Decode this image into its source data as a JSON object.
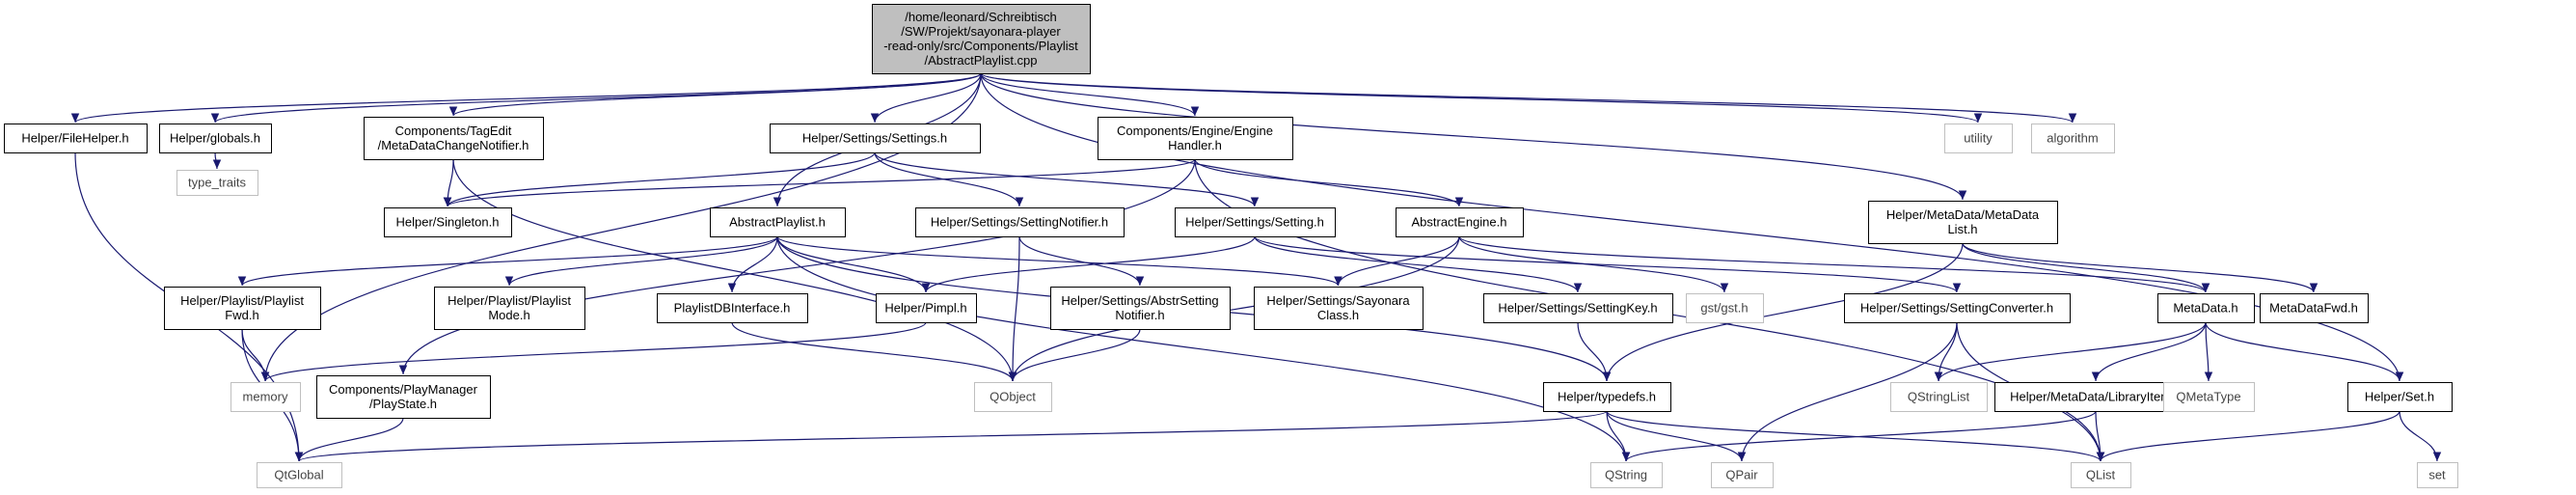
{
  "colors": {
    "edge": "#191970",
    "internal_border": "#000000",
    "external_border": "#bfbfbf",
    "root_fill": "#bfbfbf",
    "node_fill": "#ffffff"
  },
  "root": {
    "id": "root",
    "lines": [
      "/home/leonard/Schreibtisch",
      "/SW/Projekt/sayonara-player",
      "-read-only/src/Components/Playlist",
      "/AbstractPlaylist.cpp"
    ]
  },
  "nodes": [
    {
      "id": "filehelper",
      "kind": "internal",
      "lines": [
        "Helper/FileHelper.h"
      ]
    },
    {
      "id": "globals",
      "kind": "internal",
      "lines": [
        "Helper/globals.h"
      ]
    },
    {
      "id": "type_traits",
      "kind": "external",
      "lines": [
        "type_traits"
      ]
    },
    {
      "id": "tagedit",
      "kind": "internal",
      "lines": [
        "Components/TagEdit",
        "/MetaDataChangeNotifier.h"
      ]
    },
    {
      "id": "settings",
      "kind": "internal",
      "lines": [
        "Helper/Settings/Settings.h"
      ]
    },
    {
      "id": "enginehandler",
      "kind": "internal",
      "lines": [
        "Components/Engine/Engine",
        "Handler.h"
      ]
    },
    {
      "id": "singleton",
      "kind": "internal",
      "lines": [
        "Helper/Singleton.h"
      ]
    },
    {
      "id": "abstractplaylist",
      "kind": "internal",
      "lines": [
        "AbstractPlaylist.h"
      ]
    },
    {
      "id": "settingnotifier",
      "kind": "internal",
      "lines": [
        "Helper/Settings/SettingNotifier.h"
      ]
    },
    {
      "id": "setting",
      "kind": "internal",
      "lines": [
        "Helper/Settings/Setting.h"
      ]
    },
    {
      "id": "abstractengine",
      "kind": "internal",
      "lines": [
        "AbstractEngine.h"
      ]
    },
    {
      "id": "metadatalist",
      "kind": "internal",
      "lines": [
        "Helper/MetaData/MetaData",
        "List.h"
      ]
    },
    {
      "id": "utility",
      "kind": "external",
      "lines": [
        "utility"
      ]
    },
    {
      "id": "algorithm",
      "kind": "external",
      "lines": [
        "algorithm"
      ]
    },
    {
      "id": "playlistfwd",
      "kind": "internal",
      "lines": [
        "Helper/Playlist/Playlist",
        "Fwd.h"
      ]
    },
    {
      "id": "playlistmode",
      "kind": "internal",
      "lines": [
        "Helper/Playlist/Playlist",
        "Mode.h"
      ]
    },
    {
      "id": "playlistdb",
      "kind": "internal",
      "lines": [
        "PlaylistDBInterface.h"
      ]
    },
    {
      "id": "pimpl",
      "kind": "internal",
      "lines": [
        "Helper/Pimpl.h"
      ]
    },
    {
      "id": "abstrsettingnotifier",
      "kind": "internal",
      "lines": [
        "Helper/Settings/AbstrSetting",
        "Notifier.h"
      ]
    },
    {
      "id": "sayonaraclass",
      "kind": "internal",
      "lines": [
        "Helper/Settings/Sayonara",
        "Class.h"
      ]
    },
    {
      "id": "settingkey",
      "kind": "internal",
      "lines": [
        "Helper/Settings/SettingKey.h"
      ]
    },
    {
      "id": "gst",
      "kind": "external",
      "lines": [
        "gst/gst.h"
      ]
    },
    {
      "id": "settingconverter",
      "kind": "internal",
      "lines": [
        "Helper/Settings/SettingConverter.h"
      ]
    },
    {
      "id": "metadata",
      "kind": "internal",
      "lines": [
        "MetaData.h"
      ]
    },
    {
      "id": "metadatafwd",
      "kind": "internal",
      "lines": [
        "MetaDataFwd.h"
      ]
    },
    {
      "id": "memory",
      "kind": "external",
      "lines": [
        "memory"
      ]
    },
    {
      "id": "playstate",
      "kind": "internal",
      "lines": [
        "Components/PlayManager",
        "/PlayState.h"
      ]
    },
    {
      "id": "qobject",
      "kind": "external",
      "lines": [
        "QObject"
      ]
    },
    {
      "id": "typedefs",
      "kind": "internal",
      "lines": [
        "Helper/typedefs.h"
      ]
    },
    {
      "id": "qstringlist",
      "kind": "external",
      "lines": [
        "QStringList"
      ]
    },
    {
      "id": "libraryitem",
      "kind": "internal",
      "lines": [
        "Helper/MetaData/LibraryItem.h"
      ]
    },
    {
      "id": "qmetatype",
      "kind": "external",
      "lines": [
        "QMetaType"
      ]
    },
    {
      "id": "set_h",
      "kind": "internal",
      "lines": [
        "Helper/Set.h"
      ]
    },
    {
      "id": "qtglobal",
      "kind": "external",
      "lines": [
        "QtGlobal"
      ]
    },
    {
      "id": "qstring",
      "kind": "external",
      "lines": [
        "QString"
      ]
    },
    {
      "id": "qpair",
      "kind": "external",
      "lines": [
        "QPair"
      ]
    },
    {
      "id": "qlist",
      "kind": "external",
      "lines": [
        "QList"
      ]
    },
    {
      "id": "set",
      "kind": "external",
      "lines": [
        "set"
      ]
    }
  ],
  "edges": [
    [
      "root",
      "filehelper"
    ],
    [
      "root",
      "globals"
    ],
    [
      "root",
      "tagedit"
    ],
    [
      "root",
      "settings"
    ],
    [
      "root",
      "enginehandler"
    ],
    [
      "root",
      "abstractplaylist"
    ],
    [
      "root",
      "metadatalist"
    ],
    [
      "root",
      "utility"
    ],
    [
      "root",
      "algorithm"
    ],
    [
      "root",
      "set_h"
    ],
    [
      "root",
      "memory"
    ],
    [
      "filehelper",
      "qtglobal"
    ],
    [
      "globals",
      "type_traits"
    ],
    [
      "tagedit",
      "singleton"
    ],
    [
      "tagedit",
      "qobject"
    ],
    [
      "settings",
      "singleton"
    ],
    [
      "settings",
      "settingnotifier"
    ],
    [
      "settings",
      "setting"
    ],
    [
      "enginehandler",
      "singleton"
    ],
    [
      "enginehandler",
      "abstractengine"
    ],
    [
      "enginehandler",
      "playstate"
    ],
    [
      "enginehandler",
      "qlist"
    ],
    [
      "abstractplaylist",
      "playlistfwd"
    ],
    [
      "abstractplaylist",
      "playlistmode"
    ],
    [
      "abstractplaylist",
      "playlistdb"
    ],
    [
      "abstractplaylist",
      "pimpl"
    ],
    [
      "abstractplaylist",
      "sayonaraclass"
    ],
    [
      "abstractplaylist",
      "typedefs"
    ],
    [
      "abstractplaylist",
      "qstring"
    ],
    [
      "settingnotifier",
      "abstrsettingnotifier"
    ],
    [
      "settingnotifier",
      "qobject"
    ],
    [
      "setting",
      "pimpl"
    ],
    [
      "setting",
      "settingkey"
    ],
    [
      "setting",
      "settingconverter"
    ],
    [
      "abstractengine",
      "sayonaraclass"
    ],
    [
      "abstractengine",
      "gst"
    ],
    [
      "abstractengine",
      "metadata"
    ],
    [
      "abstractengine",
      "qobject"
    ],
    [
      "metadatalist",
      "metadata"
    ],
    [
      "metadatalist",
      "metadatafwd"
    ],
    [
      "metadatalist",
      "typedefs"
    ],
    [
      "playlistfwd",
      "memory"
    ],
    [
      "playlistfwd",
      "qtglobal"
    ],
    [
      "playlistdb",
      "qobject"
    ],
    [
      "pimpl",
      "memory"
    ],
    [
      "abstrsettingnotifier",
      "qobject"
    ],
    [
      "settingkey",
      "typedefs"
    ],
    [
      "settingconverter",
      "qstringlist"
    ],
    [
      "settingconverter",
      "qpair"
    ],
    [
      "settingconverter",
      "qlist"
    ],
    [
      "metadata",
      "qstringlist"
    ],
    [
      "metadata",
      "libraryitem"
    ],
    [
      "metadata",
      "qmetatype"
    ],
    [
      "metadata",
      "set_h"
    ],
    [
      "playstate",
      "qtglobal"
    ],
    [
      "typedefs",
      "qtglobal"
    ],
    [
      "typedefs",
      "qstring"
    ],
    [
      "typedefs",
      "qpair"
    ],
    [
      "typedefs",
      "qlist"
    ],
    [
      "libraryitem",
      "qlist"
    ],
    [
      "libraryitem",
      "qstring"
    ],
    [
      "set_h",
      "qlist"
    ],
    [
      "set_h",
      "set"
    ]
  ]
}
